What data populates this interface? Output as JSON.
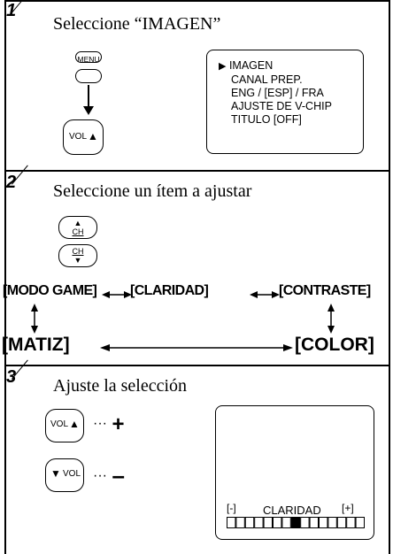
{
  "steps": [
    {
      "number": "1",
      "title": "Seleccione “IMAGEN”"
    },
    {
      "number": "2",
      "title": "Seleccione un ítem a ajustar"
    },
    {
      "number": "3",
      "title": "Ajuste la selección"
    }
  ],
  "step1": {
    "menu_button_label": "MENU",
    "vol_up_label": "VOL",
    "vol_up_symbol": "▲",
    "osd_menu": {
      "selected_marker": "▶",
      "items": [
        "IMAGEN",
        "CANAL PREP.",
        "ENG / [ESP] / FRA",
        "AJUSTE DE V-CHIP",
        "TITULO [OFF]"
      ]
    }
  },
  "step2": {
    "ch_up_symbol": "▲",
    "ch_up_label": "CH",
    "ch_down_label": "CH",
    "ch_down_symbol": "▼",
    "items": {
      "modo_game": "[MODO GAME]",
      "claridad": "[CLARIDAD]",
      "contraste": "[CONTRASTE]",
      "matiz": "[MATIZ]",
      "color": "[COLOR]"
    }
  },
  "step3": {
    "vol_up_label": "VOL",
    "vol_up_symbol": "▲",
    "vol_down_label": "VOL",
    "vol_down_symbol": "▼",
    "dots": "···",
    "plus": "+",
    "minus": "–",
    "osd": {
      "minus_label": "[-]",
      "setting_label": "CLARIDAD",
      "plus_label": "[+]",
      "level_fraction": 0.5
    }
  }
}
